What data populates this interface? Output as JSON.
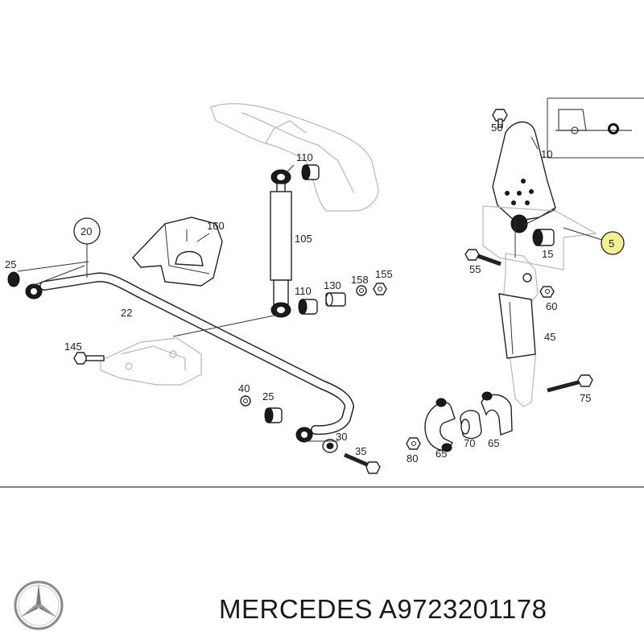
{
  "labels": {
    "l50": "50",
    "l10": "10",
    "l110a": "110",
    "l110b": "110",
    "l160": "160",
    "l105": "105",
    "l20": "20",
    "l25a": "25",
    "l25b": "25",
    "l22": "22",
    "l130": "130",
    "l158": "158",
    "l155": "155",
    "l5": "5",
    "l15": "15",
    "l55": "55",
    "l60": "60",
    "l45": "45",
    "l145": "145",
    "l40": "40",
    "l30": "30",
    "l35": "35",
    "l75": "75",
    "l80": "80",
    "l65a": "65",
    "l70": "70",
    "l65b": "65"
  },
  "footer": {
    "part_number": "MERCEDES A9723201178"
  },
  "logo": {
    "icon": "mercedes-star-icon"
  },
  "colors": {
    "highlight": "#f4f092",
    "line": "#222222",
    "faint": "#b8b8b8"
  }
}
